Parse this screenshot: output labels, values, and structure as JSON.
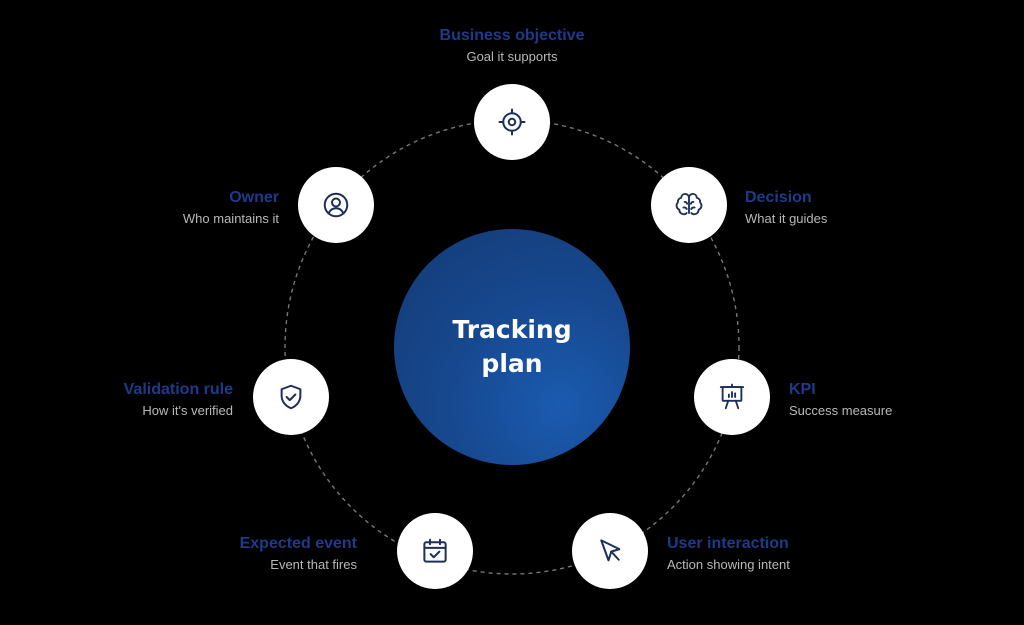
{
  "center": {
    "title": "Tracking plan"
  },
  "colors": {
    "background": "#000000",
    "accent": "#1e3a8a",
    "center_fill": "#1a5bb0",
    "icon_stroke": "#1e2f5c",
    "node_fill": "#ffffff",
    "subtitle": "#b8b8b8",
    "ring": "#777777"
  },
  "nodes": [
    {
      "id": "business-objective",
      "title": "Business objective",
      "subtitle": "Goal it supports",
      "icon": "target-icon"
    },
    {
      "id": "decision",
      "title": "Decision",
      "subtitle": "What it guides",
      "icon": "brain-icon"
    },
    {
      "id": "kpi",
      "title": "KPI",
      "subtitle": "Success measure",
      "icon": "presentation-chart-icon"
    },
    {
      "id": "user-interaction",
      "title": "User interaction",
      "subtitle": "Action showing intent",
      "icon": "cursor-icon"
    },
    {
      "id": "expected-event",
      "title": "Expected event",
      "subtitle": "Event that fires",
      "icon": "calendar-check-icon"
    },
    {
      "id": "validation-rule",
      "title": "Validation rule",
      "subtitle": "How it's verified",
      "icon": "shield-check-icon"
    },
    {
      "id": "owner",
      "title": "Owner",
      "subtitle": "Who maintains it",
      "icon": "user-circle-icon"
    }
  ]
}
